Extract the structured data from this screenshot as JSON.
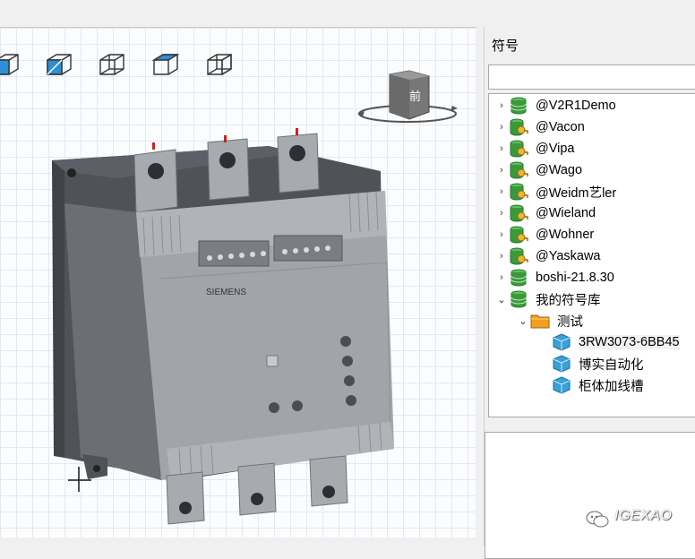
{
  "panel": {
    "title": "符号",
    "search_value": ""
  },
  "tree": {
    "items": [
      {
        "label": "@V2R1Demo",
        "expander": "›",
        "icon": "database-icon"
      },
      {
        "label": "@Vacon",
        "expander": "›",
        "icon": "database-key-icon"
      },
      {
        "label": "@Vipa",
        "expander": "›",
        "icon": "database-key-icon"
      },
      {
        "label": "@Wago",
        "expander": "›",
        "icon": "database-key-icon"
      },
      {
        "label": "@Weidm艺ler",
        "expander": "›",
        "icon": "database-key-icon"
      },
      {
        "label": "@Wieland",
        "expander": "›",
        "icon": "database-key-icon"
      },
      {
        "label": "@Wohner",
        "expander": "›",
        "icon": "database-key-icon"
      },
      {
        "label": "@Yaskawa",
        "expander": "›",
        "icon": "database-key-icon"
      },
      {
        "label": "boshi-21.8.30",
        "expander": "›",
        "icon": "database-icon"
      },
      {
        "label": "我的符号库",
        "expander": "⌄",
        "icon": "database-icon"
      },
      {
        "label": "测试",
        "expander": "⌄",
        "icon": "folder-icon"
      },
      {
        "label": "3RW3073-6BB45",
        "expander": "",
        "icon": "cube-icon"
      },
      {
        "label": "博实自动化",
        "expander": "",
        "icon": "cube-icon"
      },
      {
        "label": "柜体加线槽",
        "expander": "",
        "icon": "cube-icon"
      }
    ]
  },
  "viewport": {
    "model_brand": "SIEMENS",
    "nav_cube_face": "前"
  },
  "watermark": {
    "text": "IGEXAO"
  },
  "colors": {
    "db_green": "#3a9a3a",
    "key_gold": "#d8a020",
    "cube_blue": "#3aa0d8",
    "folder_orange": "#f0a020"
  }
}
